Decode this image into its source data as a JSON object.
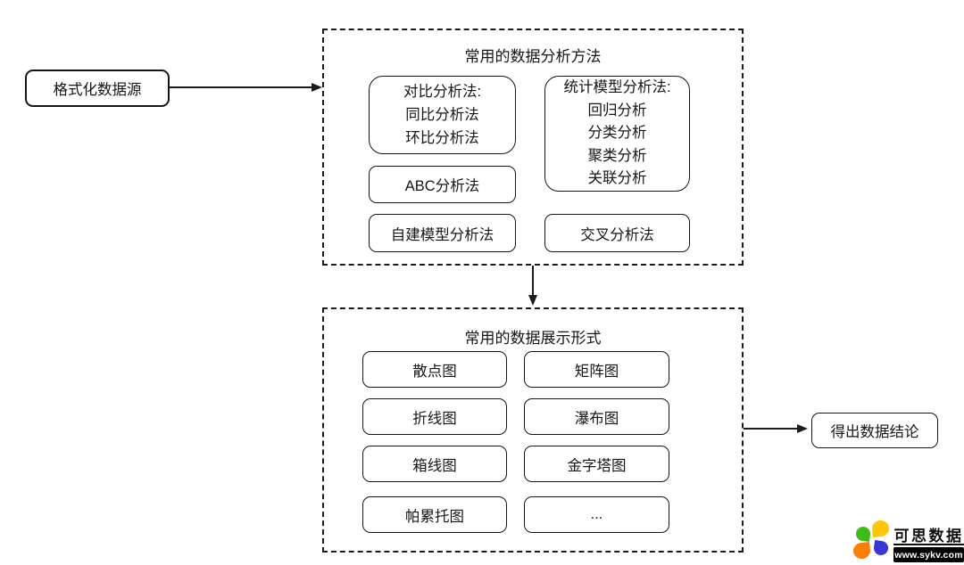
{
  "source_box": {
    "label": "格式化数据源"
  },
  "methods_panel": {
    "title": "常用的数据分析方法",
    "compare_box": {
      "lines": [
        "对比分析法:",
        "同比分析法",
        "环比分析法"
      ]
    },
    "stat_box": {
      "lines": [
        "统计模型分析法:",
        "回归分析",
        "分类分析",
        "聚类分析",
        "关联分析"
      ]
    },
    "abc_box": {
      "label": "ABC分析法"
    },
    "custom_model_box": {
      "label": "自建模型分析法"
    },
    "cross_box": {
      "label": "交叉分析法"
    }
  },
  "display_panel": {
    "title": "常用的数据展示形式",
    "items": [
      {
        "label": "散点图"
      },
      {
        "label": "矩阵图"
      },
      {
        "label": "折线图"
      },
      {
        "label": "瀑布图"
      },
      {
        "label": "箱线图"
      },
      {
        "label": "金字塔图"
      },
      {
        "label": "帕累托图"
      },
      {
        "label": "..."
      }
    ]
  },
  "conclusion_box": {
    "label": "得出数据结论"
  },
  "watermark": {
    "brand": "可思数据",
    "url": "www.sykv.com",
    "colors": {
      "green": "#3cbc17",
      "yellow": "#ffc608",
      "orange": "#ff7d00",
      "blue": "#3936d8"
    }
  },
  "colors": {
    "line": "#1b1b1b",
    "background": "#ffffff"
  }
}
